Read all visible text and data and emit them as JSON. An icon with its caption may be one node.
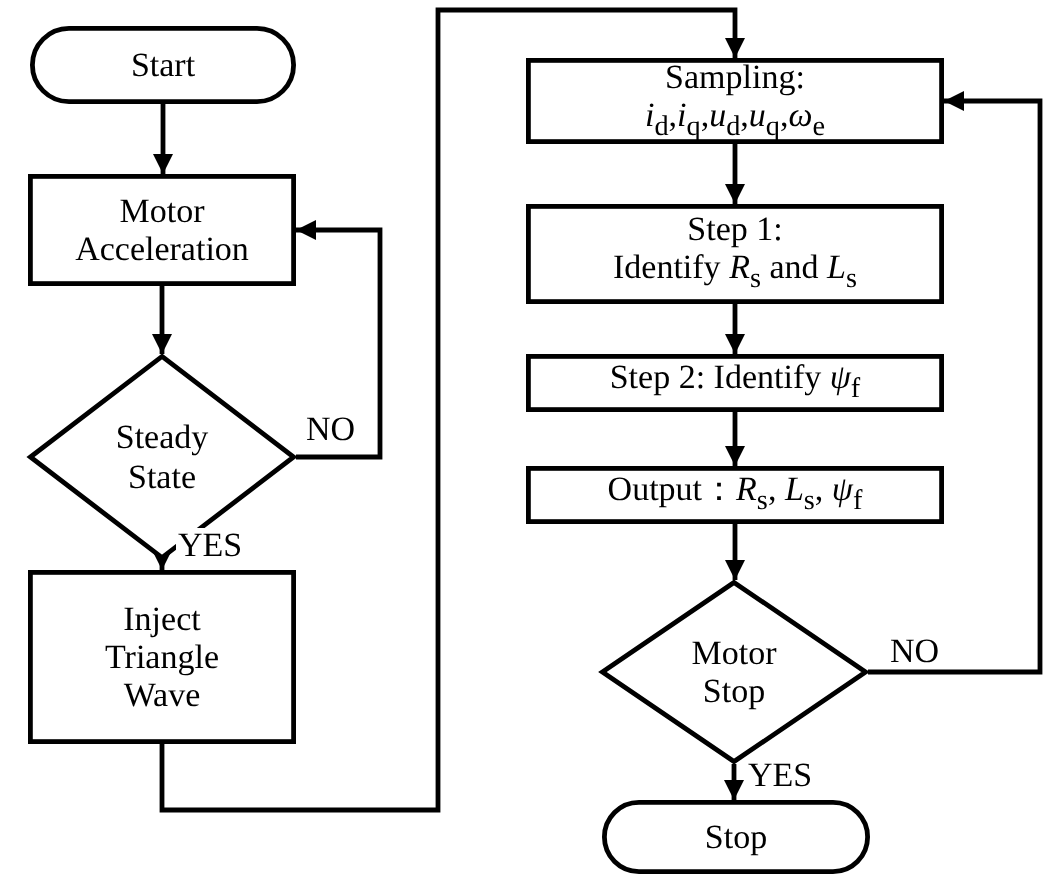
{
  "diagram": {
    "nodes": [
      {
        "text": [
          "Start"
        ]
      },
      {
        "text": [
          "Motor Acceleration"
        ]
      },
      {
        "text": [
          "Steady State"
        ]
      },
      {
        "text": [
          "Inject Triangle Wave"
        ]
      },
      {
        "text": [
          "Sampling:",
          "*i*$_{d}$,*i*$_{q}$,*u*$_{d}$,*u*$_{q}$,*ω*$_{e}$"
        ]
      },
      {
        "text": [
          "Step 1:",
          "Identify *R*$_{s}$ and *L*$_{s}$"
        ]
      },
      {
        "text": [
          "Step 2: Identify *ψ*$_{f}$"
        ]
      },
      {
        "text": [
          "Output：*R*$_{s}$, *L*$_{s}$, *ψ*$_{f}$"
        ]
      },
      {
        "text": [
          "Motor Stop"
        ]
      },
      {
        "text": [
          "Stop"
        ]
      }
    ],
    "edges": [
      {
        "from": 0,
        "to": 1,
        "arrow": "to"
      },
      {
        "from": 1,
        "to": 2,
        "arrow": "to"
      },
      {
        "from": 2,
        "to": 1,
        "arrow": "to",
        "label": "NO"
      },
      {
        "from": 2,
        "to": 3,
        "arrow": "to",
        "label": "YES"
      },
      {
        "from": 3,
        "to": 4,
        "arrow": "to"
      },
      {
        "from": 4,
        "to": 5,
        "arrow": "to"
      },
      {
        "from": 5,
        "to": 6,
        "arrow": "to"
      },
      {
        "from": 6,
        "to": 7,
        "arrow": "to"
      },
      {
        "from": 7,
        "to": 8,
        "arrow": "to"
      },
      {
        "from": 8,
        "to": 4,
        "arrow": "to",
        "label": "NO"
      },
      {
        "from": 8,
        "to": 9,
        "arrow": "to",
        "label": "YES"
      }
    ]
  }
}
